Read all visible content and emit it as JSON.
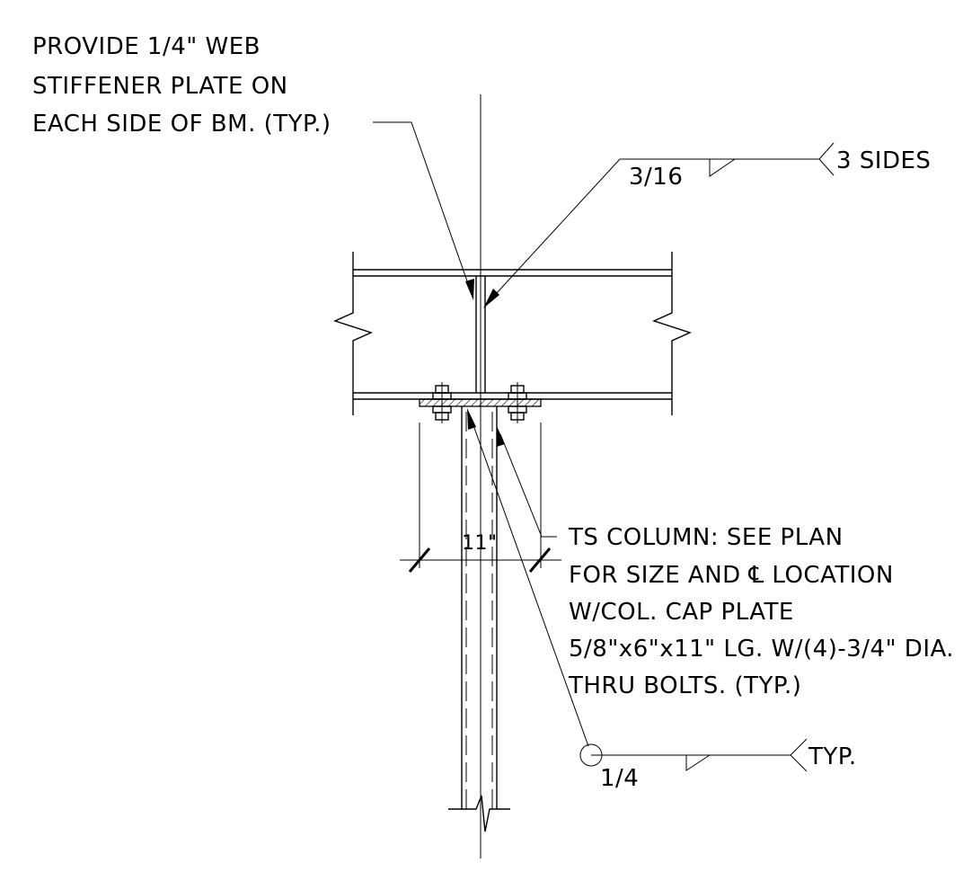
{
  "notes": {
    "stiffener": [
      "PROVIDE 1/4\" WEB",
      "STIFFENER PLATE ON",
      "EACH SIDE OF BM. (TYP.)"
    ],
    "column": [
      "TS COLUMN: SEE PLAN",
      "FOR SIZE AND ℄ LOCATION",
      "W/COL. CAP PLATE",
      "5/8\"x6\"x11\" LG. W/(4)-3/4\" DIA.",
      "THRU BOLTS. (TYP.)"
    ]
  },
  "welds": {
    "top": {
      "size": "3/16",
      "tail": "3 SIDES"
    },
    "bottom": {
      "size": "1/4",
      "tail": "TYP."
    }
  },
  "dimension": {
    "width": "11\""
  }
}
